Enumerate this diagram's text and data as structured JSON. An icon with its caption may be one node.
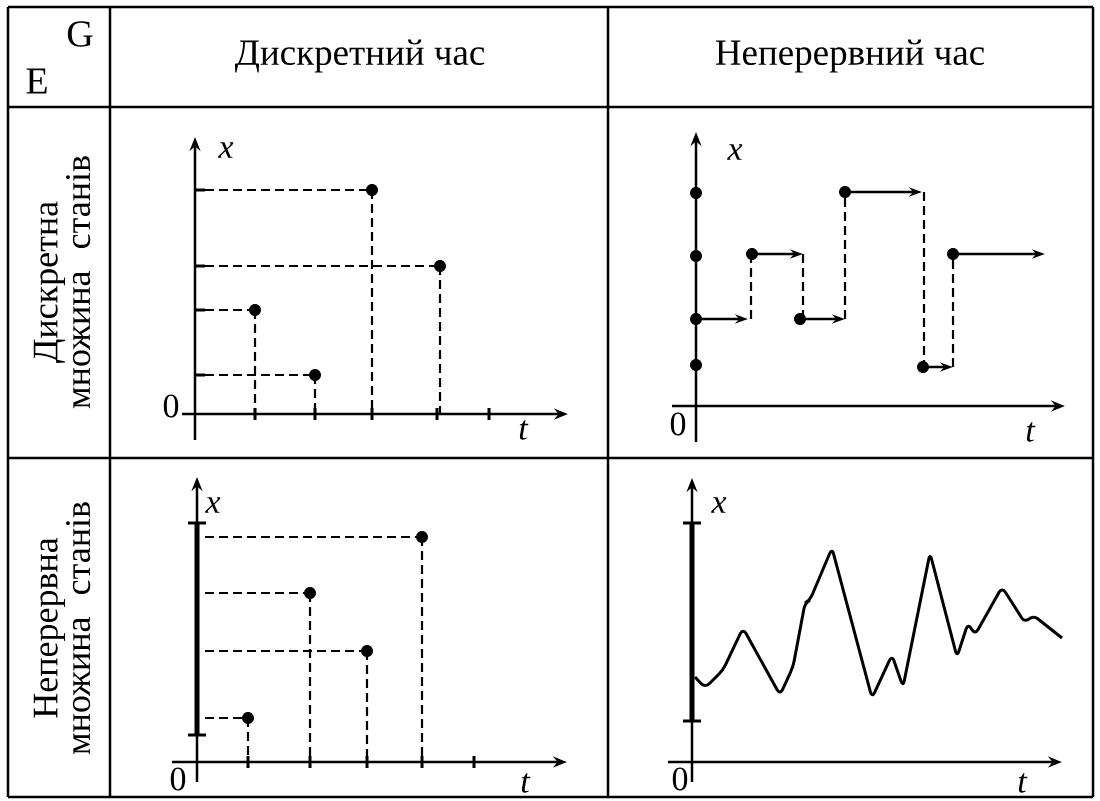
{
  "diagram": {
    "labels": [
      "G",
      "E",
      "Дискретний час",
      "Неперервний час",
      "Дискретна множина станів",
      "x",
      "0",
      "t",
      "x",
      "0",
      "t",
      "Неперервна множина станів",
      "x",
      "0",
      "t",
      "x",
      "0",
      "t"
    ]
  }
}
